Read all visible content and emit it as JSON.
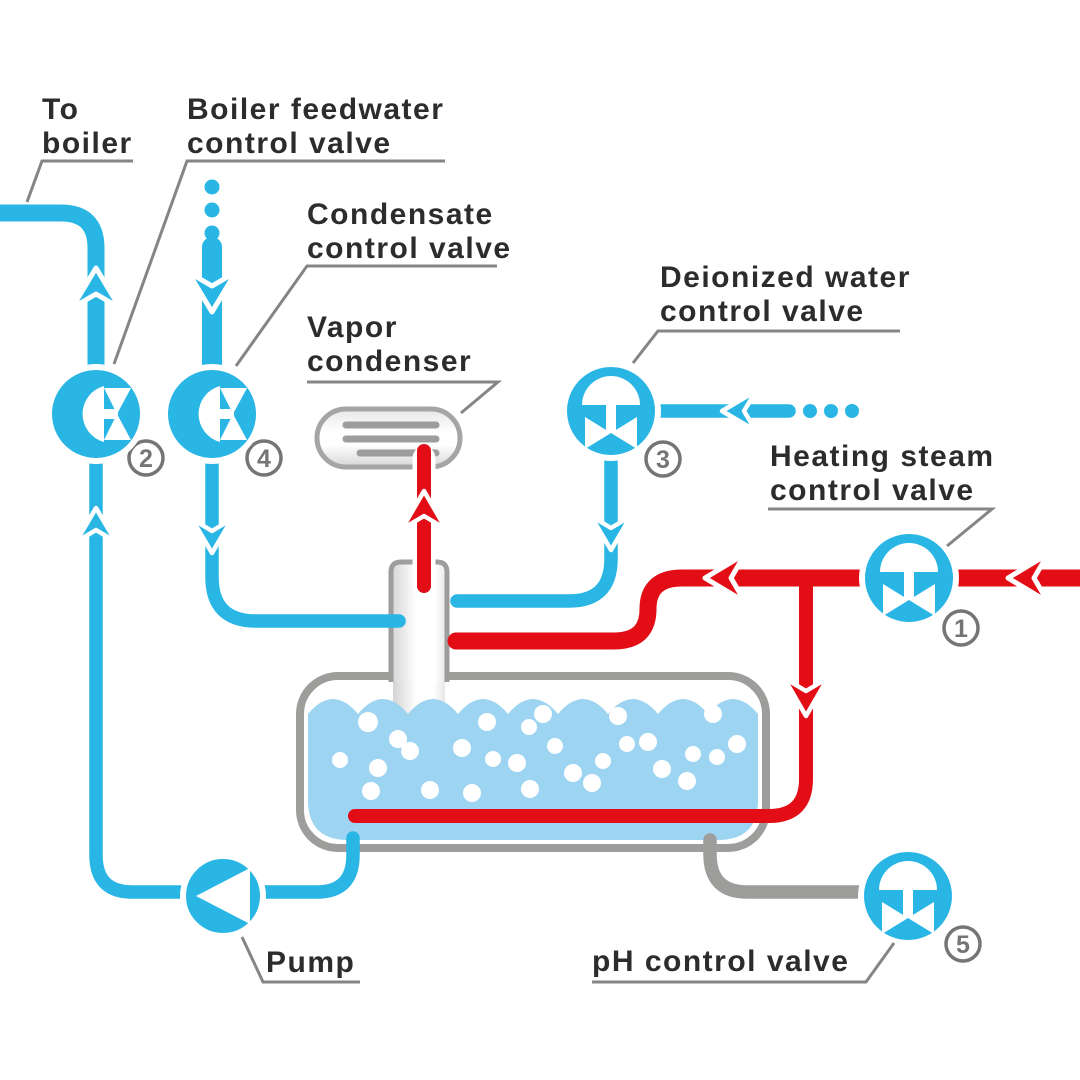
{
  "colors": {
    "blue": "#29b6e5",
    "red": "#e30d16",
    "water": "#9cd4f1",
    "gray": "#9d9d9c",
    "metal": "#a5a5a4",
    "leader": "#858585",
    "text": "#2d2c2b",
    "badge": "#757575"
  },
  "labels": {
    "to_boiler": {
      "line1": "To",
      "line2": "boiler"
    },
    "boiler_feedwater": {
      "line1": "Boiler feedwater",
      "line2": "control valve"
    },
    "condensate": {
      "line1": "Condensate",
      "line2": "control valve"
    },
    "vapor_condenser": {
      "line1": "Vapor",
      "line2": "condenser"
    },
    "deionized_water": {
      "line1": "Deionized water",
      "line2": "control valve"
    },
    "heating_steam": {
      "line1": "Heating steam",
      "line2": "control valve"
    },
    "pump": {
      "line1": "Pump"
    },
    "ph": {
      "line1": "pH control valve"
    }
  },
  "valves": [
    {
      "number": "1",
      "label": "Heating steam control valve"
    },
    {
      "number": "2",
      "label": "Boiler feedwater control valve"
    },
    {
      "number": "3",
      "label": "Deionized water control valve"
    },
    {
      "number": "4",
      "label": "Condensate control valve"
    },
    {
      "number": "5",
      "label": "pH control valve"
    }
  ]
}
